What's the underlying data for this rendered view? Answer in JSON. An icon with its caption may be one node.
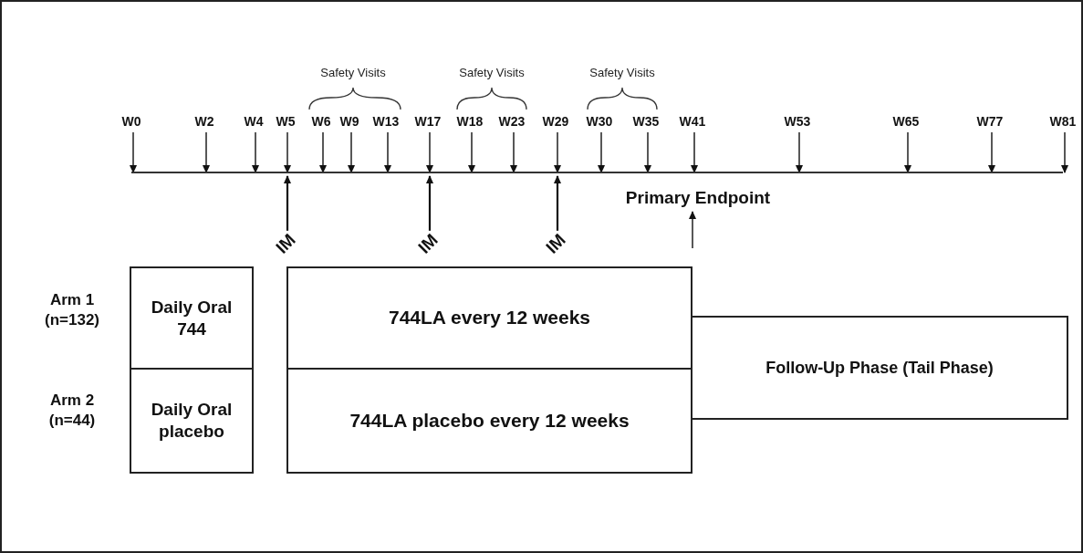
{
  "diagram": {
    "nodes": [
      {
        "text": [
          "W0"
        ]
      },
      {
        "text": [
          "W2"
        ]
      },
      {
        "text": [
          "W4"
        ]
      },
      {
        "text": [
          "W5"
        ]
      },
      {
        "text": [
          "W6"
        ]
      },
      {
        "text": [
          "W9"
        ]
      },
      {
        "text": [
          "W13"
        ]
      },
      {
        "text": [
          "W17"
        ]
      },
      {
        "text": [
          "W18"
        ]
      },
      {
        "text": [
          "W23"
        ]
      },
      {
        "text": [
          "W29"
        ]
      },
      {
        "text": [
          "W30"
        ]
      },
      {
        "text": [
          "W35"
        ]
      },
      {
        "text": [
          "W41"
        ]
      },
      {
        "text": [
          "W53"
        ]
      },
      {
        "text": [
          "W65"
        ]
      },
      {
        "text": [
          "W77"
        ]
      },
      {
        "text": [
          "W81"
        ]
      },
      {
        "text": [
          "Primary Endpoint"
        ]
      },
      {
        "text": [
          "IM"
        ]
      },
      {
        "text": [
          "IM"
        ]
      },
      {
        "text": [
          "IM"
        ]
      },
      {
        "text": [
          "Daily Oral 744"
        ]
      },
      {
        "text": [
          "744LA every 12 weeks"
        ]
      },
      {
        "text": [
          "Follow-Up Phase (Tail Phase)"
        ]
      },
      {
        "text": [
          "Daily Oral placebo"
        ]
      },
      {
        "text": [
          "744LA placebo every 12 weeks"
        ]
      },
      {
        "text": [],
        "shape": "bar"
      }
    ],
    "edges": [
      {
        "from": 0,
        "to": 27,
        "arrow": "to"
      },
      {
        "from": 1,
        "to": 27,
        "arrow": "to"
      },
      {
        "from": 2,
        "to": 27,
        "arrow": "to"
      },
      {
        "from": 3,
        "to": 27,
        "arrow": "to"
      },
      {
        "from": 4,
        "to": 27,
        "arrow": "to"
      },
      {
        "from": 5,
        "to": 27,
        "arrow": "to"
      },
      {
        "from": 6,
        "to": 27,
        "arrow": "to"
      },
      {
        "from": 7,
        "to": 27,
        "arrow": "to"
      },
      {
        "from": 8,
        "to": 27,
        "arrow": "to"
      },
      {
        "from": 9,
        "to": 27,
        "arrow": "to"
      },
      {
        "from": 10,
        "to": 27,
        "arrow": "to"
      },
      {
        "from": 11,
        "to": 27,
        "arrow": "to"
      },
      {
        "from": 12,
        "to": 27,
        "arrow": "to"
      },
      {
        "from": 13,
        "to": 27,
        "arrow": "to"
      },
      {
        "from": 14,
        "to": 27,
        "arrow": "to"
      },
      {
        "from": 15,
        "to": 27,
        "arrow": "to"
      },
      {
        "from": 16,
        "to": 27,
        "arrow": "to"
      },
      {
        "from": 17,
        "to": 27,
        "arrow": "to"
      },
      {
        "from": 19,
        "to": 27,
        "arrow": "to"
      },
      {
        "from": 20,
        "to": 27,
        "arrow": "to"
      },
      {
        "from": 21,
        "to": 27,
        "arrow": "to"
      },
      {
        "from": null,
        "to": 18,
        "arrow": "to"
      }
    ],
    "labels": [
      "Safety Visits",
      "Safety Visits",
      "Safety Visits",
      "Arm 1 (n=132)",
      "Arm 2 (n=44)"
    ]
  }
}
